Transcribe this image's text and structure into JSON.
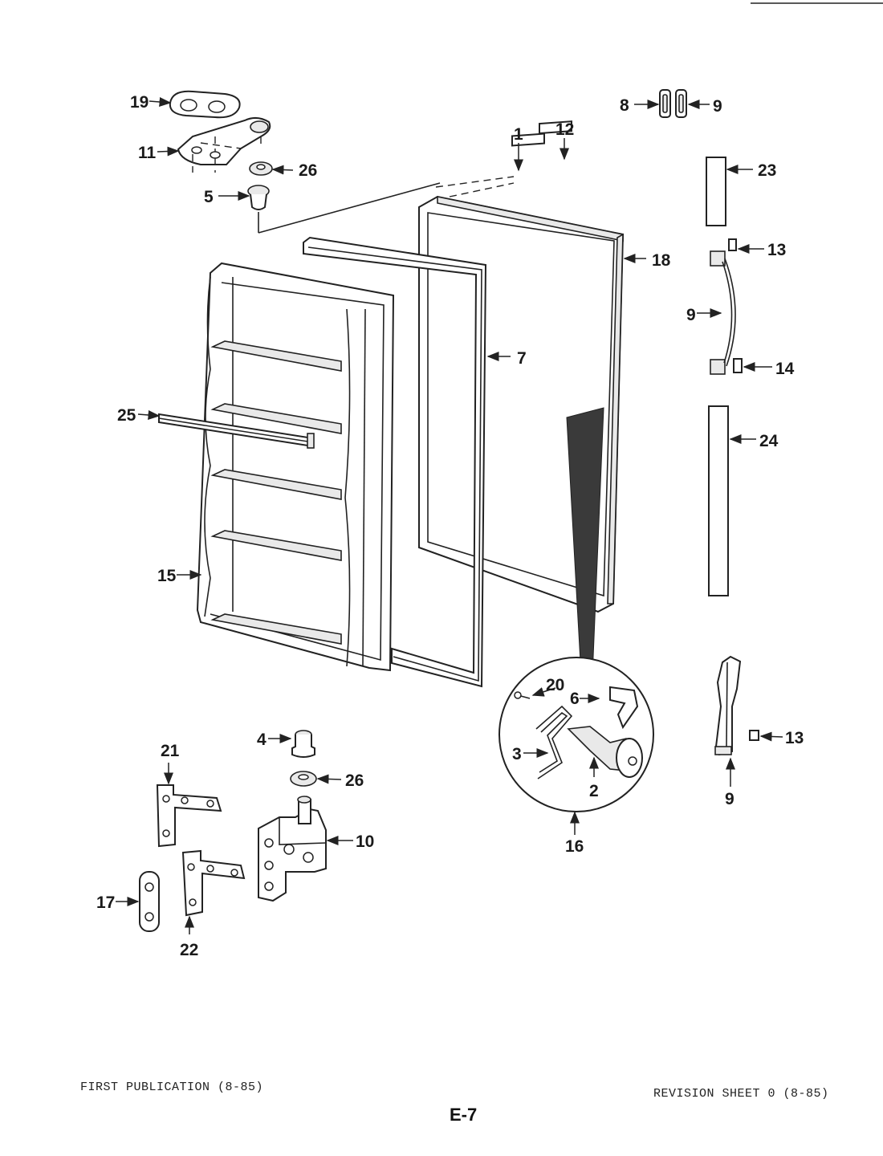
{
  "labels": {
    "p1": "1",
    "p2": "2",
    "p3": "3",
    "p4": "4",
    "p5": "5",
    "p6": "6",
    "p7": "7",
    "p8": "8",
    "p9a": "9",
    "p9b": "9",
    "p9c": "9",
    "p10": "10",
    "p11": "11",
    "p12": "12",
    "p13a": "13",
    "p13b": "13",
    "p14": "14",
    "p15": "15",
    "p16": "16",
    "p17": "17",
    "p18": "18",
    "p19": "19",
    "p20": "20",
    "p21": "21",
    "p22": "22",
    "p23": "23",
    "p24": "24",
    "p25": "25",
    "p26a": "26",
    "p26b": "26"
  },
  "footer": {
    "left": "FIRST PUBLICATION (8-85)",
    "right": "REVISION SHEET 0 (8-85)",
    "page": "E-7"
  }
}
